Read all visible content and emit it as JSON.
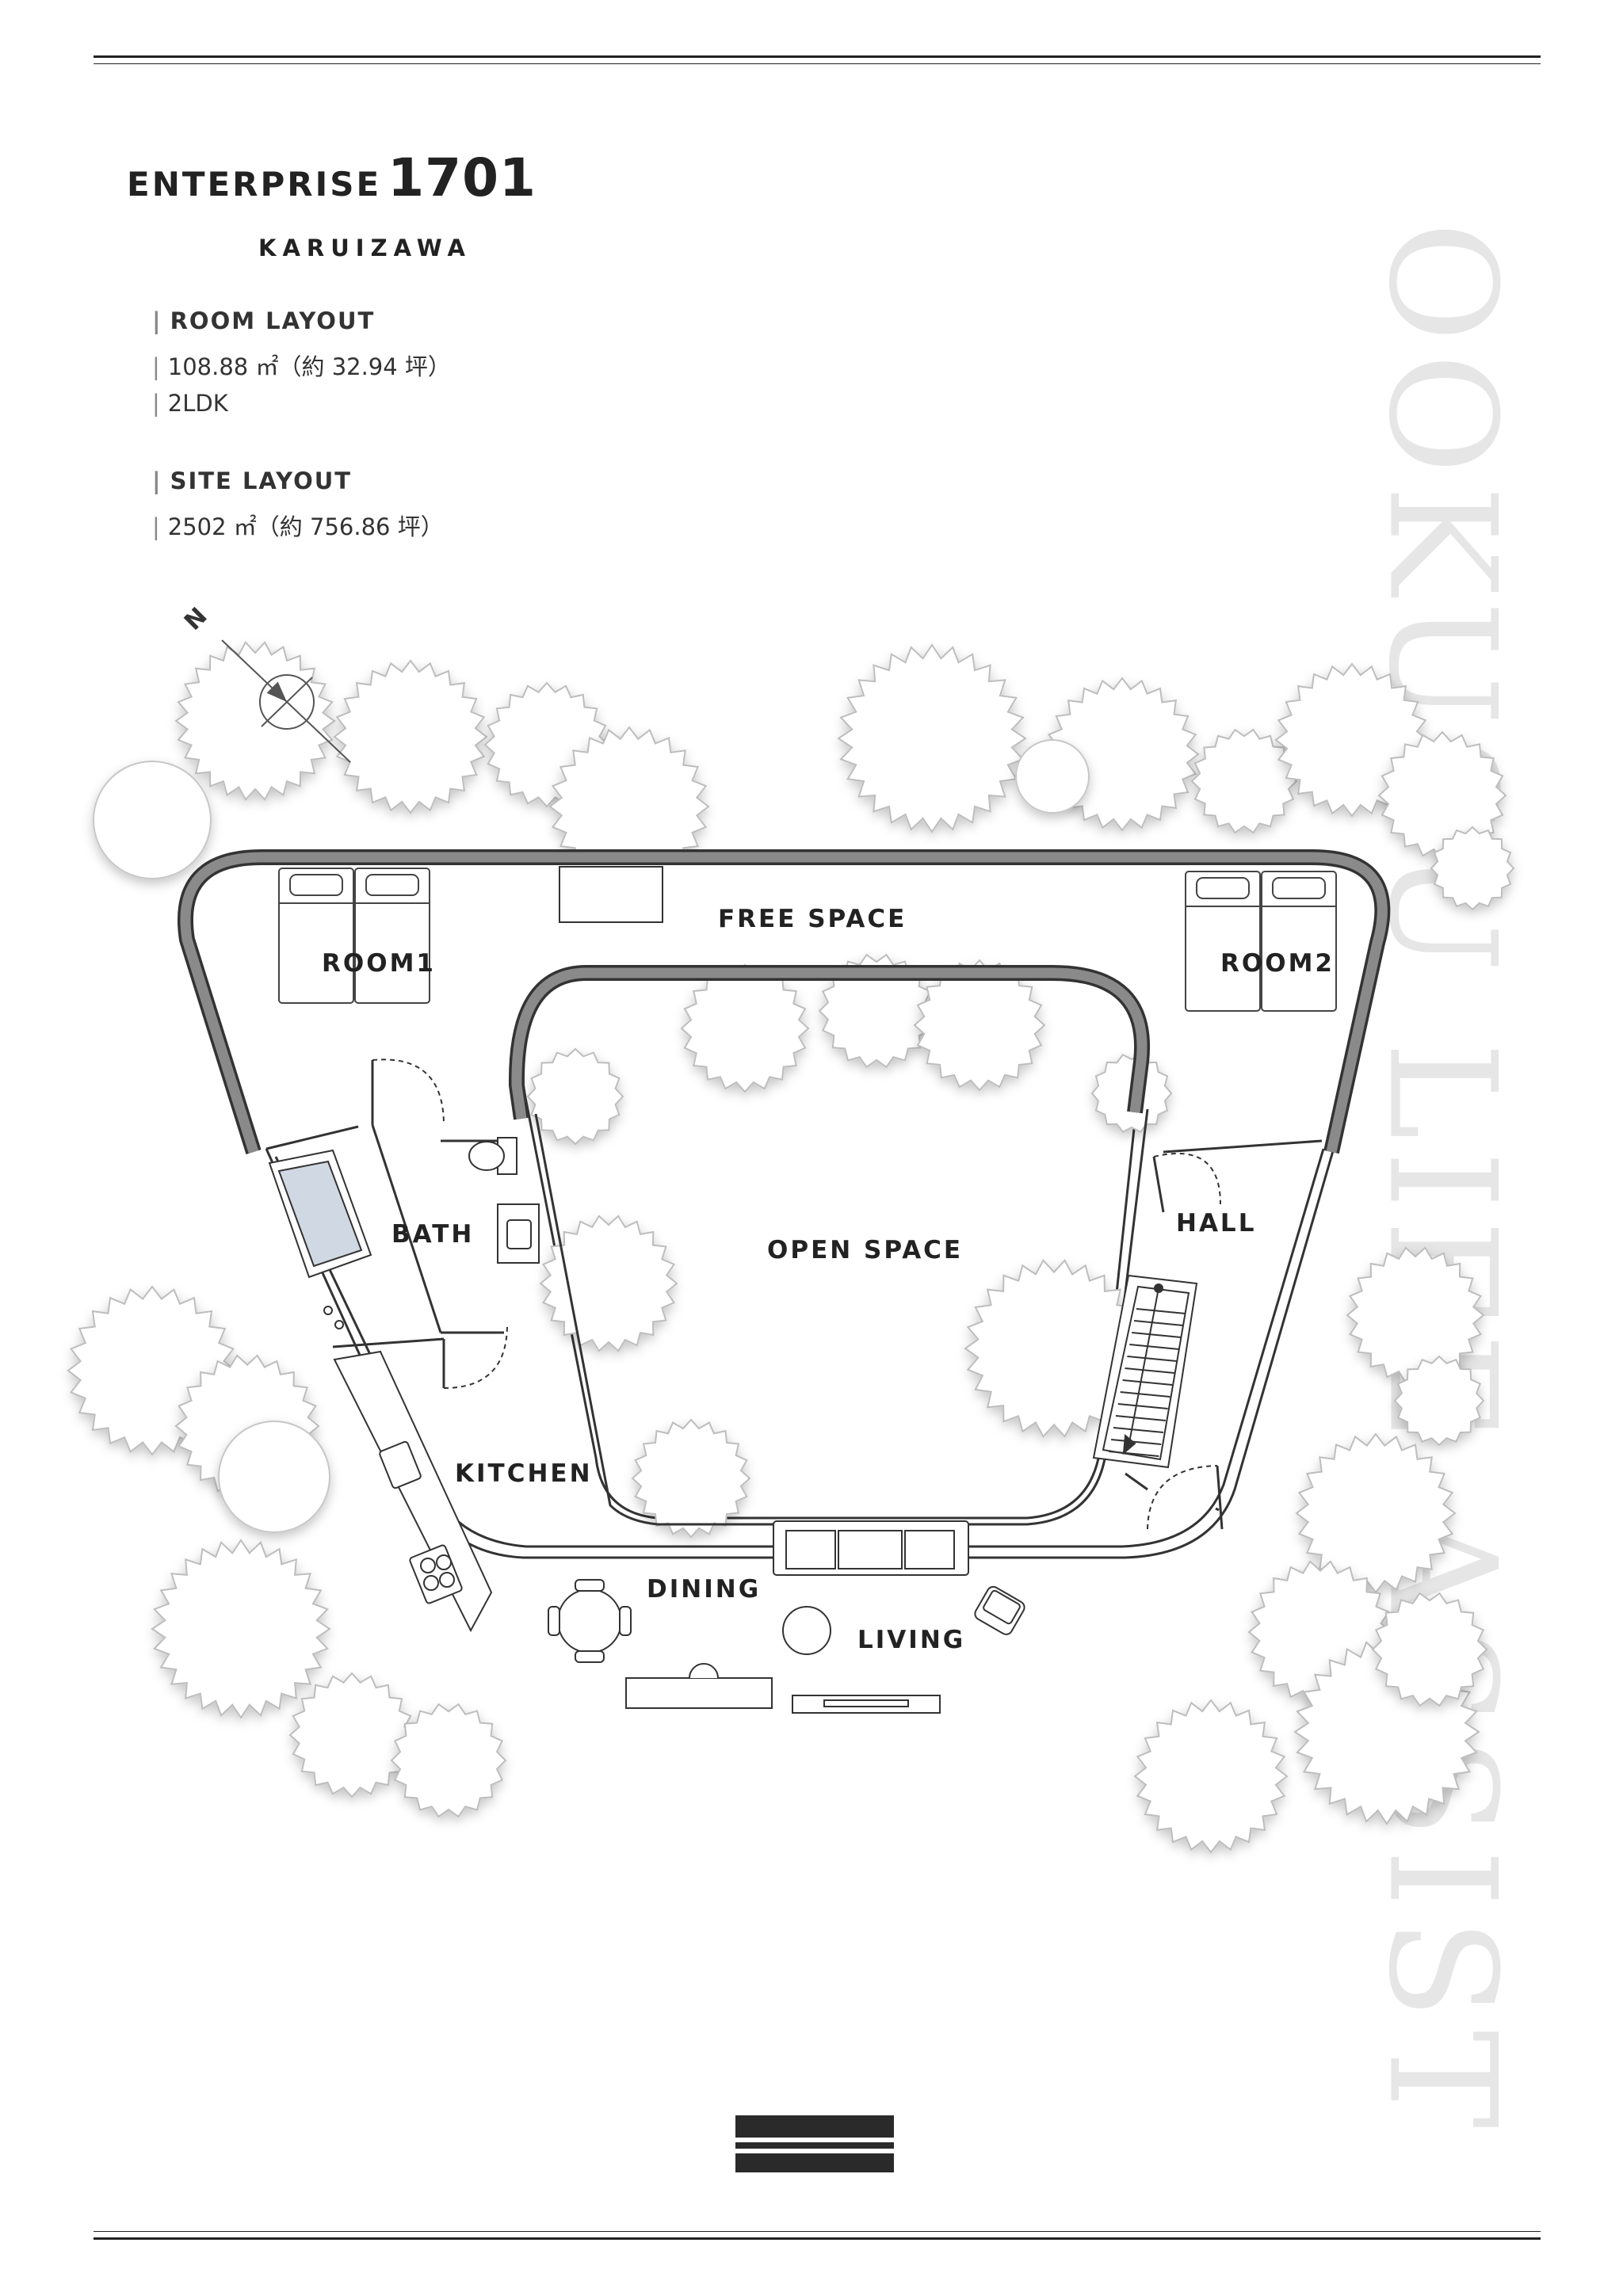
{
  "header": {
    "title_word": "ENTERPRISE",
    "title_number": "1701",
    "location": "KARUIZAWA"
  },
  "specs": {
    "room_layout_heading": "ROOM LAYOUT",
    "room_area": "108.88 ㎡（約 32.94 坪）",
    "room_type": "2LDK",
    "site_layout_heading": "SITE LAYOUT",
    "site_area": "2502 ㎡（約 756.86 坪）",
    "bar": "|"
  },
  "watermark": "OOKUSU LIFE ASSIST",
  "compass": {
    "north_label": "N"
  },
  "rooms": {
    "free_space": "FREE SPACE",
    "room1": "ROOM1",
    "room2": "ROOM2",
    "bath": "BATH",
    "open_space": "OPEN SPACE",
    "hall": "HALL",
    "kitchen": "KITCHEN",
    "dining": "DINING",
    "living": "LIVING"
  },
  "colors": {
    "ink": "#222222",
    "wall_fill": "#8a8a8a",
    "tree_fill": "#ffffff",
    "tree_stroke": "#bdbdbd",
    "watermark": "#e6e6e6",
    "bathtub": "#cfd8e3"
  }
}
